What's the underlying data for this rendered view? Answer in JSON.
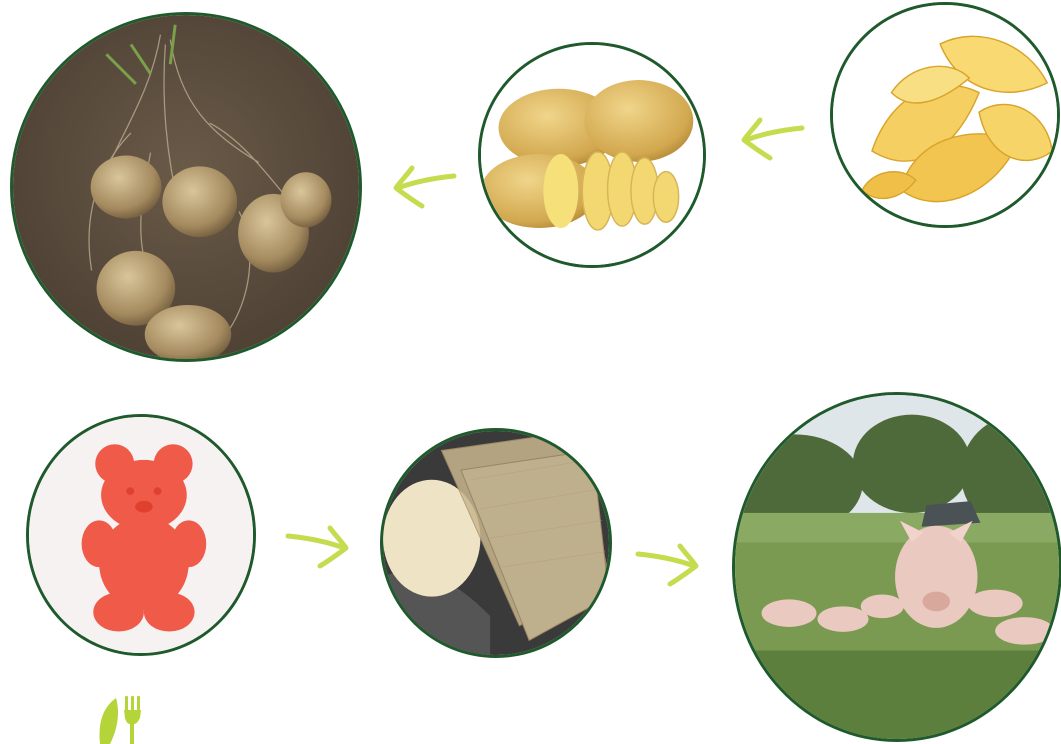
{
  "diagram": {
    "nodes": [
      {
        "id": "potato-field",
        "icon": "potatoes-in-soil-image"
      },
      {
        "id": "raw-potatoes",
        "icon": "sliced-potatoes-image"
      },
      {
        "id": "potato-chips",
        "icon": "potato-chips-image"
      },
      {
        "id": "gummy-bear",
        "icon": "gummy-bear-image"
      },
      {
        "id": "gelatin",
        "icon": "gelatin-sheets-image"
      },
      {
        "id": "pigs",
        "icon": "pigs-in-pasture-image"
      }
    ],
    "edges": [
      {
        "from": "potato-chips",
        "to": "raw-potatoes"
      },
      {
        "from": "raw-potatoes",
        "to": "potato-field"
      },
      {
        "from": "gummy-bear",
        "to": "gelatin"
      },
      {
        "from": "gelatin",
        "to": "pigs"
      }
    ]
  },
  "colors": {
    "circle_border": "#1f5a2c",
    "arrow": "#c4dc4e",
    "icon": "#b4d43a"
  },
  "footer": {
    "icon": "leaf-fork-icon"
  }
}
